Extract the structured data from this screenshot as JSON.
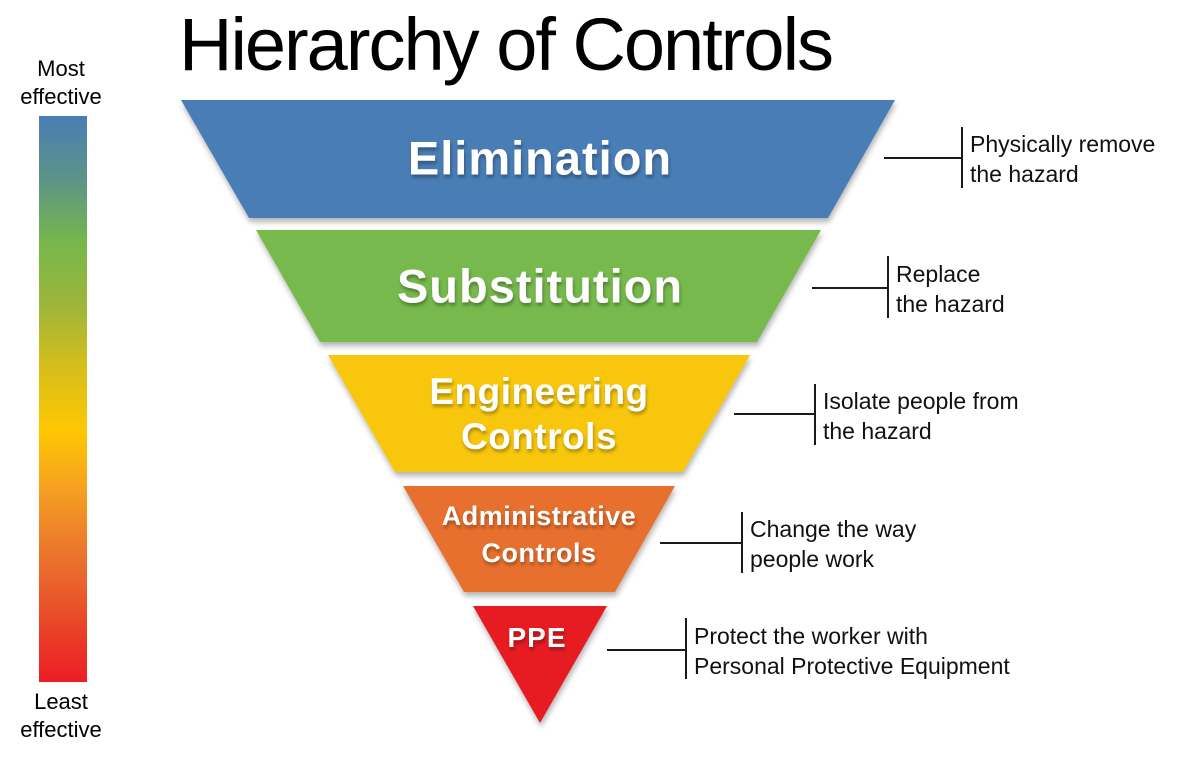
{
  "title": "Hierarchy of Controls",
  "effectiveness_scale": {
    "top_label_line1": "Most",
    "top_label_line2": "effective",
    "bottom_label_line1": "Least",
    "bottom_label_line2": "effective",
    "gradient_stops": [
      "#4A7DB5",
      "#5C9387",
      "#76B74C",
      "#9DB63B",
      "#D6BE1B",
      "#FFC702",
      "#F49D22",
      "#EB732D",
      "#E84A28",
      "#ED1C24"
    ]
  },
  "levels": [
    {
      "rank": 1,
      "label_line1": "Elimination",
      "color": "#4A7DB5",
      "desc_line1": "Physically remove",
      "desc_line2": "the hazard"
    },
    {
      "rank": 2,
      "label_line1": "Substitution",
      "color": "#77B94D",
      "desc_line1": "Replace",
      "desc_line2": "the hazard"
    },
    {
      "rank": 3,
      "label_line1": "Engineering",
      "label_line2": "Controls",
      "color": "#F8C708",
      "desc_line1": "Isolate people from",
      "desc_line2": "the hazard"
    },
    {
      "rank": 4,
      "label_line1": "Administrative",
      "label_line2": "Controls",
      "color": "#E8702D",
      "desc_line1": "Change the way",
      "desc_line2": "people work"
    },
    {
      "rank": 5,
      "label_line1": "PPE",
      "color": "#E61B23",
      "desc_line1": "Protect the worker with",
      "desc_line2": "Personal Protective Equipment"
    }
  ]
}
